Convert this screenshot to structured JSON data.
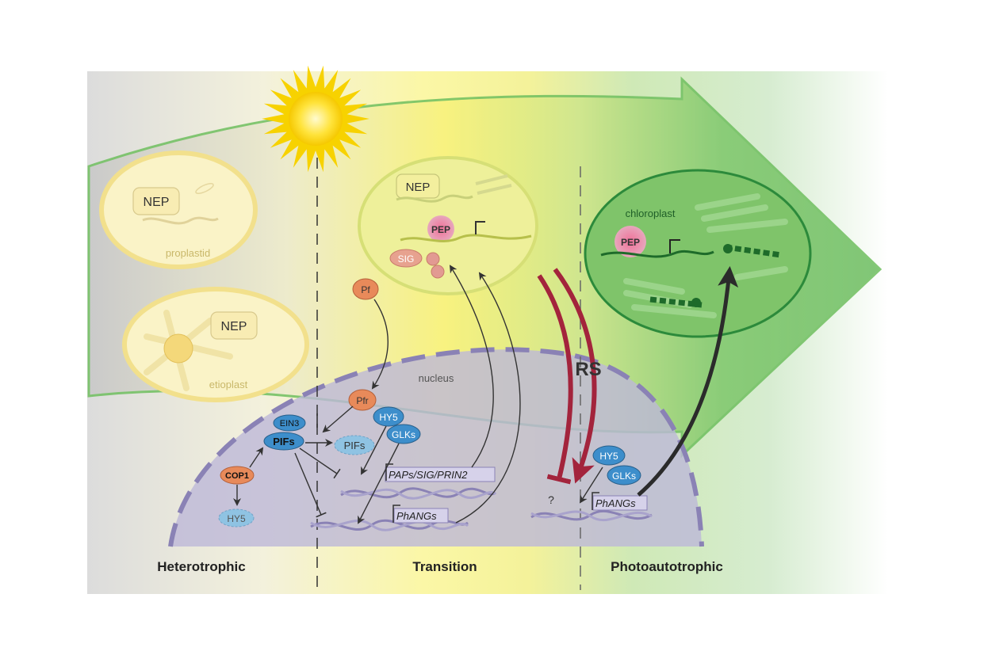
{
  "stages": {
    "heterotrophic": "Heterotrophic",
    "transition": "Transition",
    "photoautotrophic": "Photoautotrophic"
  },
  "plastids": {
    "proplastid": "proplastid",
    "etioplast": "etioplast",
    "chloroplast": "chloroplast"
  },
  "polymerases": {
    "nep": "NEP",
    "pep": "PEP",
    "sig": "SIG"
  },
  "nucleus": "nucleus",
  "phytochrome": {
    "pr": "Pf",
    "pfr": "Pfr"
  },
  "factors": {
    "ein3": "EIN3",
    "pifs": "PIFs",
    "pifs_degraded": "PIFs",
    "cop1": "COP1",
    "hy5_degraded": "HY5",
    "hy5": "HY5",
    "glks": "GLKs",
    "hy5_b": "HY5",
    "glks_b": "GLKs"
  },
  "genes": {
    "paps": "PAPs/SIG/PRIN2",
    "phangs": "PhANGs",
    "phangs_b": "PhANGs"
  },
  "retrograde": "RS",
  "unknown": "?",
  "colors": {
    "pep": "#e0507a",
    "factor_orange": "#e88a5a",
    "factor_blue": "#3d8ecb",
    "retrograde": "#a3243c",
    "nucleus": "#bdb8d8",
    "chloroplast": "#79c063"
  }
}
